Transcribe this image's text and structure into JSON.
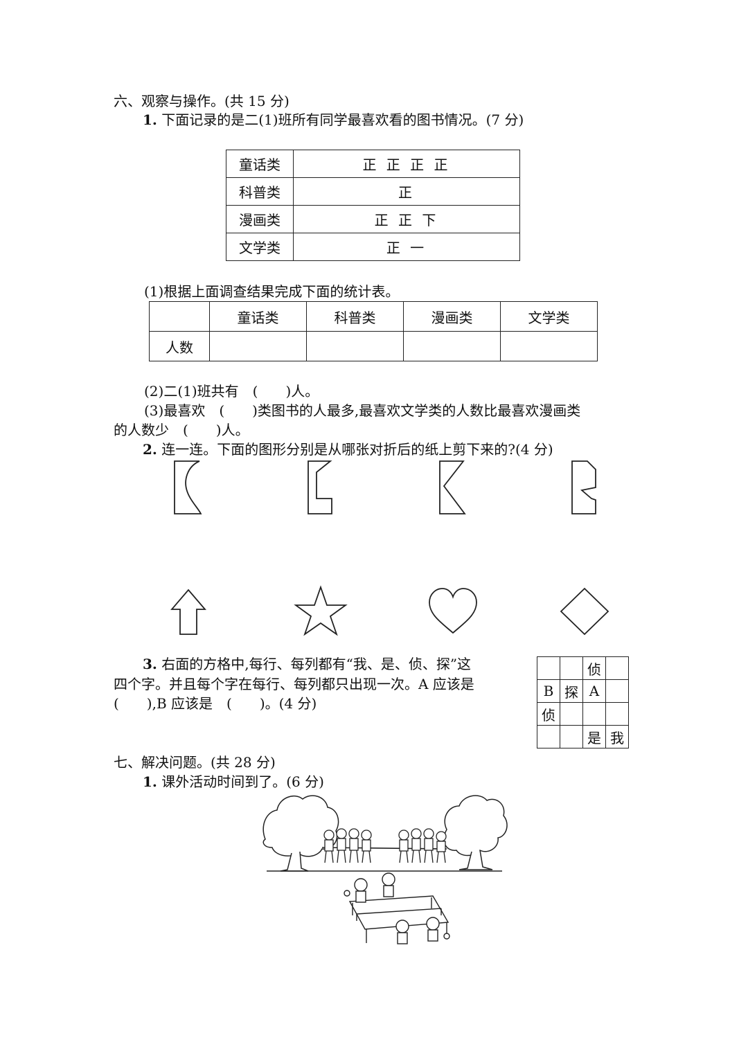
{
  "section6": {
    "title": "六、观察与操作。(共 15 分)",
    "q1": {
      "num": "1.",
      "text": "下面记录的是二(1)班所有同学最喜欢看的图书情况。(7 分)",
      "tally": [
        {
          "label": "童话类",
          "marks": "正 正 正 正"
        },
        {
          "label": "科普类",
          "marks": "正"
        },
        {
          "label": "漫画类",
          "marks": "正 正 下"
        },
        {
          "label": "文学类",
          "marks": "正 一"
        }
      ],
      "sub1": "(1)根据上面调查结果完成下面的统计表。",
      "stat_headers": [
        "",
        "童话类",
        "科普类",
        "漫画类",
        "文学类"
      ],
      "stat_row_label": "人数",
      "sub2": "(2)二(1)班共有　(　　)人。",
      "sub3_line1": "(3)最喜欢　(　　)类图书的人最多,最喜欢文学类的人数比最喜欢漫画类",
      "sub3_line2": "的人数少　(　　)人。"
    },
    "q2": {
      "num": "2.",
      "text": "连一连。下面的图形分别是从哪张对折后的纸上剪下来的?(4 分)",
      "top_shapes": [
        "half-curve-icon",
        "half-step-icon",
        "half-triangle-icon",
        "half-zigzag-icon"
      ],
      "bottom_shapes": [
        "arrow-icon",
        "star-icon",
        "heart-icon",
        "diamond-icon"
      ]
    },
    "q3": {
      "num": "3.",
      "line1": "右面的方格中,每行、每列都有“我、是、侦、探”这",
      "line2": "四个字。并且每个字在每行、每列都只出现一次。A 应该是",
      "line3": "(　　),B 应该是　(　　)。(4 分)",
      "grid": [
        [
          "",
          "",
          "侦",
          ""
        ],
        [
          "B",
          "探",
          "A",
          ""
        ],
        [
          "侦",
          "",
          "",
          ""
        ],
        [
          "",
          "",
          "是",
          "我"
        ]
      ]
    }
  },
  "section7": {
    "title": "七、解决问题。(共 28 分)",
    "q1": {
      "num": "1.",
      "text": "课外活动时间到了。(6 分)",
      "illustration": "tug-of-war-and-table-tennis-illustration"
    }
  }
}
